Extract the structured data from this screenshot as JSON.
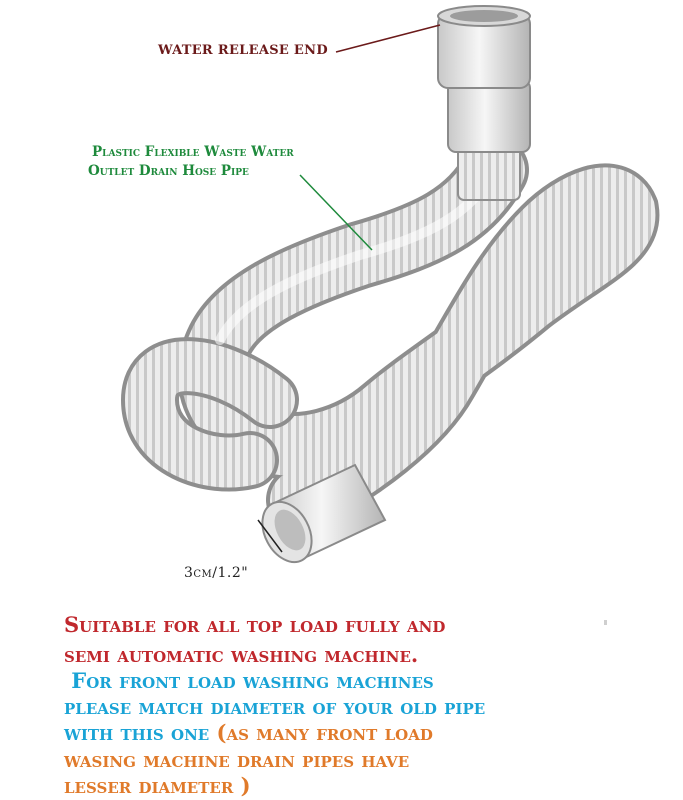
{
  "labels": {
    "water_release_end": "WATER RELEASE END",
    "hose_line1": "Plastic Flexible Waste Water",
    "hose_line2": "Outlet Drain Hose Pipe",
    "diameter": "3cm/1.2\""
  },
  "caption": {
    "line1": "Suitable for all top load fully and",
    "line2": "semi automatic washing machine.",
    "line3": " For front load washing machines",
    "line4": "please match diameter of your old pipe",
    "line5a": "with this one ",
    "line5b": "(as many front load",
    "line6": "wasing machine drain pipes have",
    "line7": "lesser diameter )"
  },
  "colors": {
    "release_label": "#6b1a1a",
    "hose_label": "#1e8a3c",
    "diameter_label": "#222222",
    "caption_red": "#c0282d",
    "caption_blue": "#19a3d6",
    "caption_orange": "#e07a2a",
    "hose_fill": "#ececec",
    "hose_shadow": "#9a9a9a"
  }
}
